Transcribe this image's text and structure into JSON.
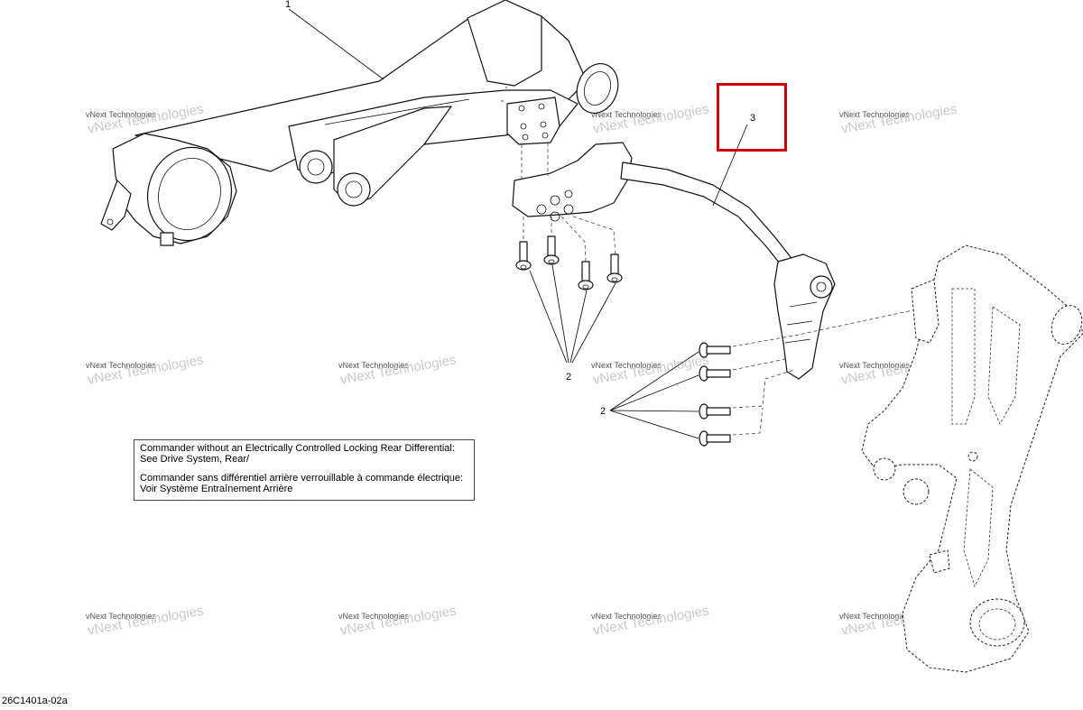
{
  "callouts": {
    "part_1": "1",
    "part_2a": "2",
    "part_2b": "2",
    "part_3": "3"
  },
  "watermark": {
    "line1": "vNext Technologies",
    "line2": "vNext Technologies"
  },
  "note": {
    "english": "Commander without an Electrically Controlled Locking Rear Differential:\nSee Drive System, Rear/",
    "french": "Commander sans différentiel arrière verrouillable à commande électrique:\nVoir Système Entraînement Arrière"
  },
  "drawing_code": "26C1401a-02a",
  "colors": {
    "highlight": "#d10000",
    "line": "#111111",
    "watermark": "#c8c8c8"
  }
}
